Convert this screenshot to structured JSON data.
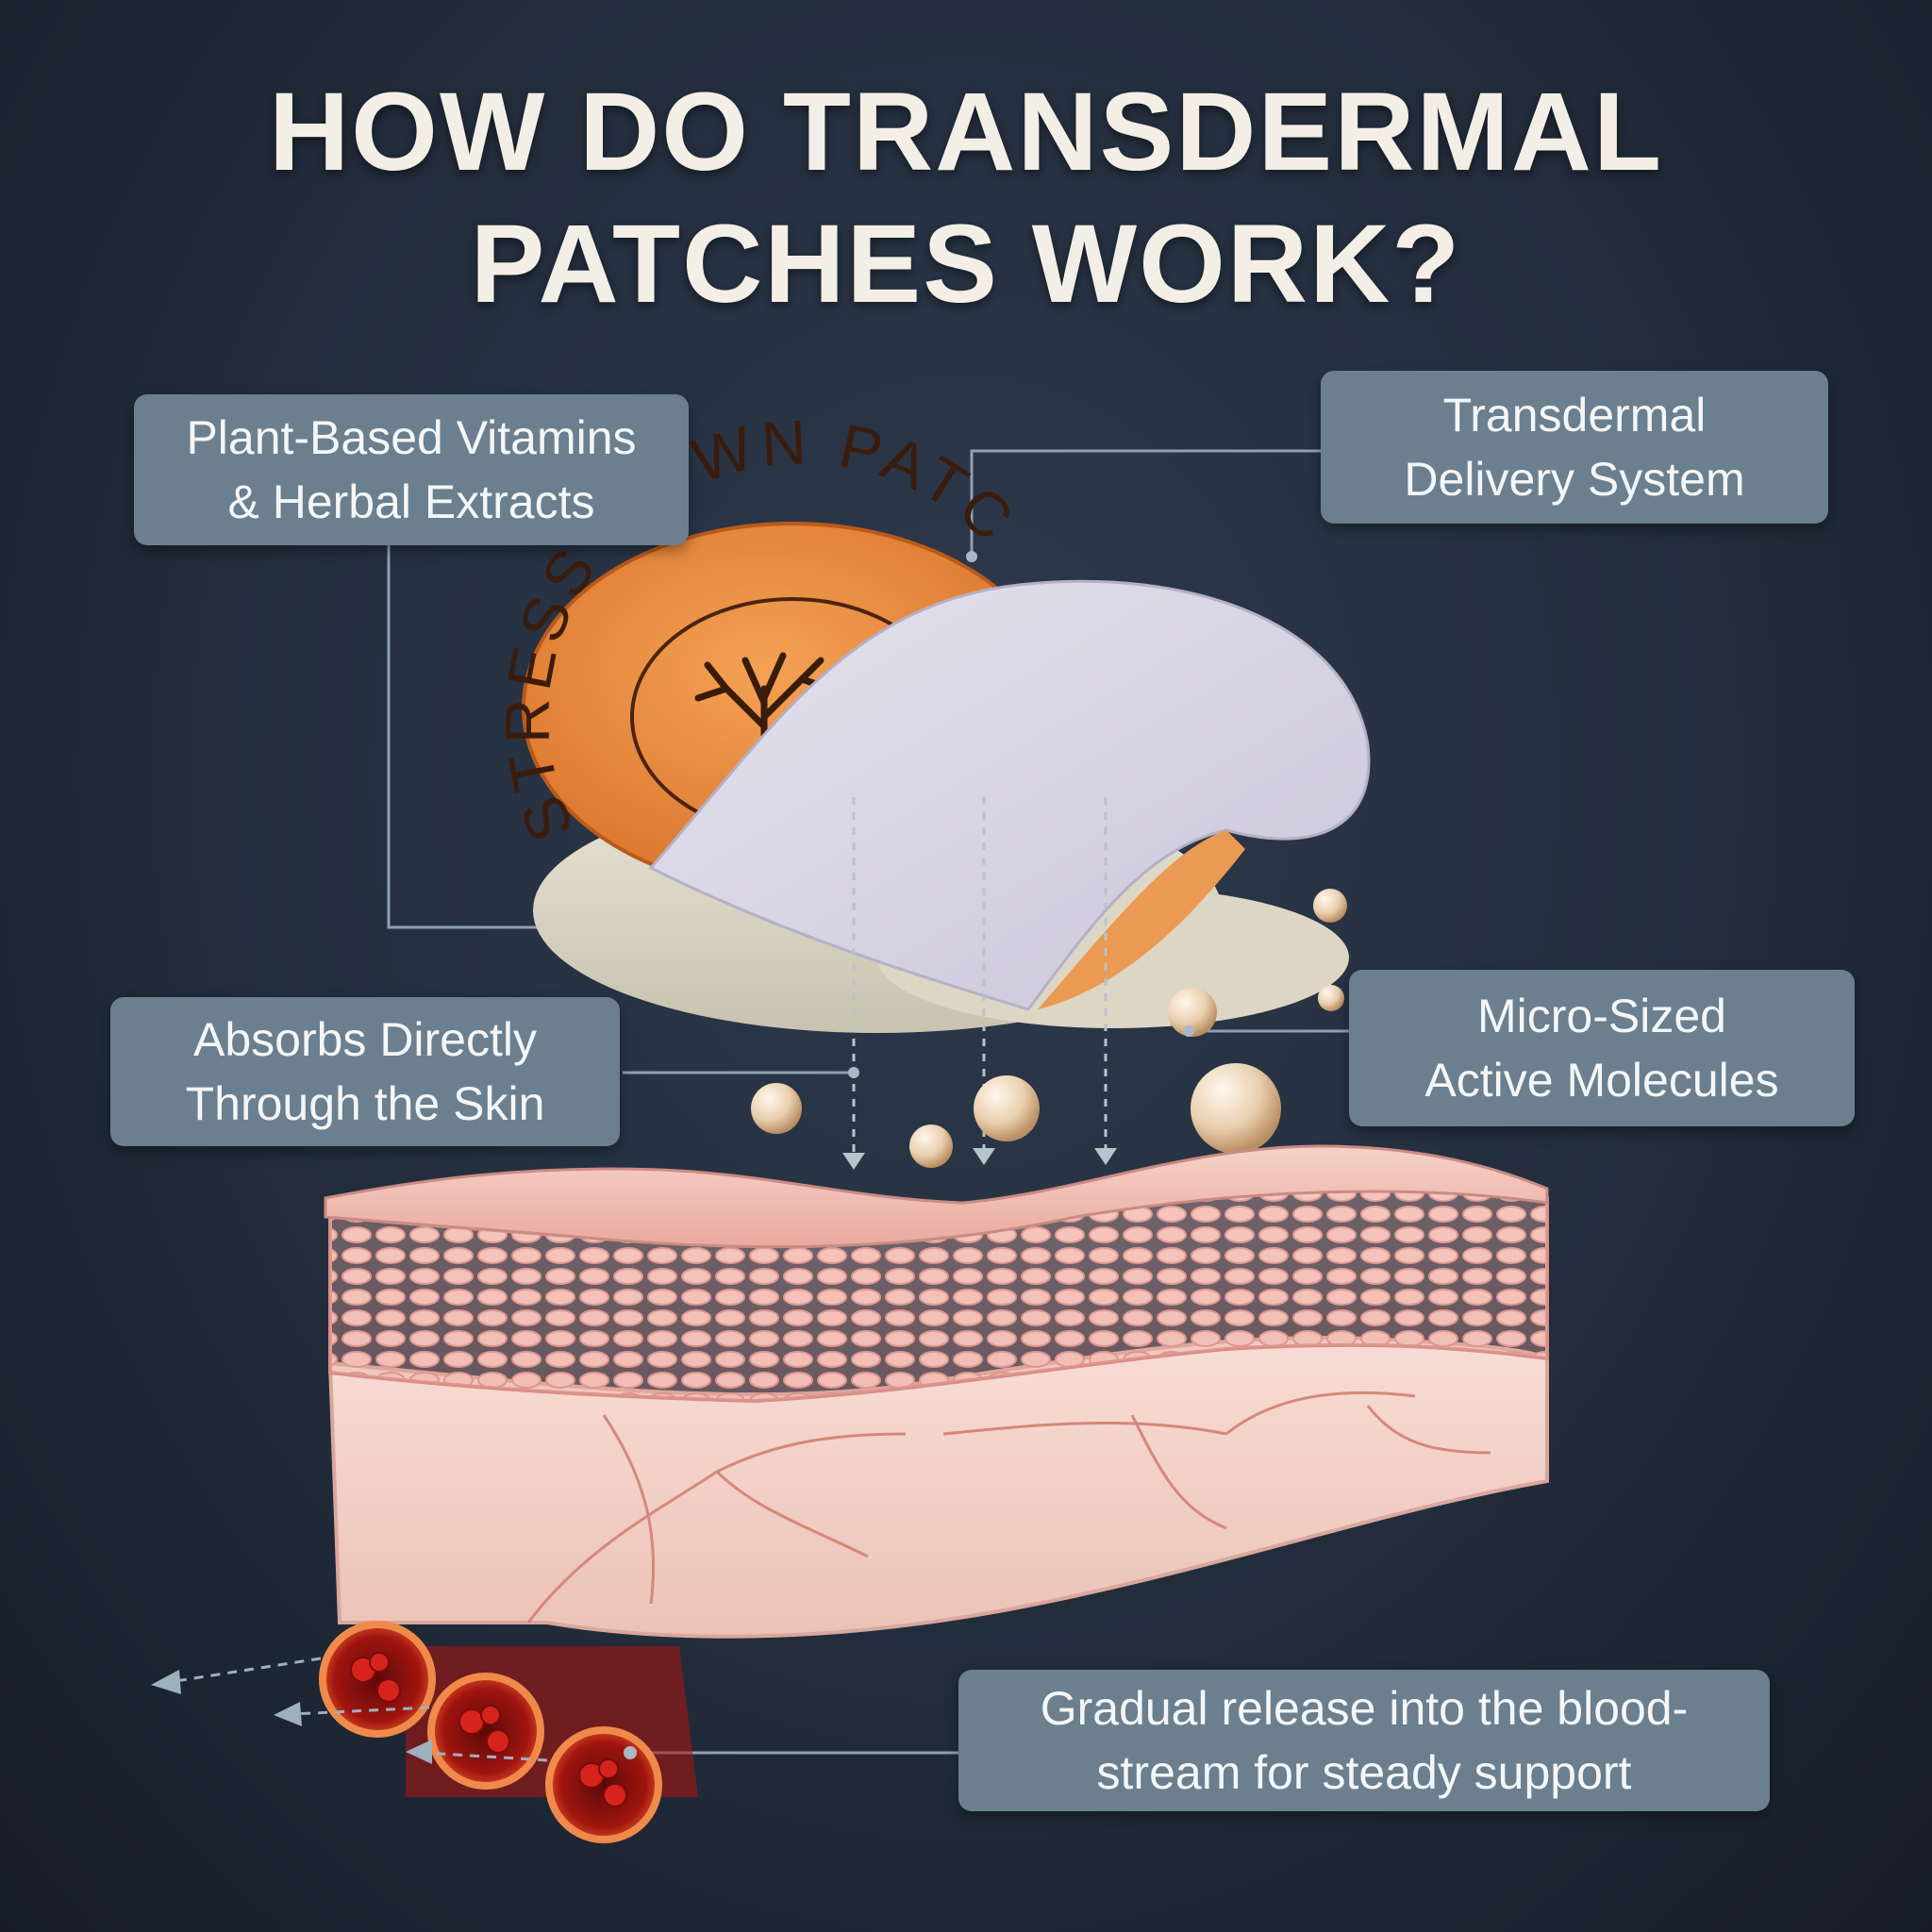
{
  "title": {
    "line1": "HOW DO TRANSDERMAL",
    "line2": "PATCHES WORK?"
  },
  "labels": {
    "plant_based": {
      "line1": "Plant-Based Vitamins",
      "line2": "& Herbal Extracts"
    },
    "delivery_system": {
      "line1": "Transdermal",
      "line2": "Delivery System"
    },
    "absorbs": {
      "line1": "Absorbs Directly",
      "line2": "Through the Skin"
    },
    "micro_sized": {
      "line1": "Micro-Sized",
      "line2": "Active Molecules"
    },
    "gradual_release": {
      "line1": "Gradual release into the blood-",
      "line2": "stream for steady support"
    }
  },
  "patch": {
    "brand_text": "STRESS DOWN PATC",
    "logo_icon": "tree-icon"
  },
  "colors": {
    "background": "#222c3b",
    "label_box": "#6b7f8e",
    "patch_orange": "#e98a3c",
    "patch_liner": "#d9d6e4",
    "skin": "#f2c9c0",
    "blood": "#c8201b"
  }
}
